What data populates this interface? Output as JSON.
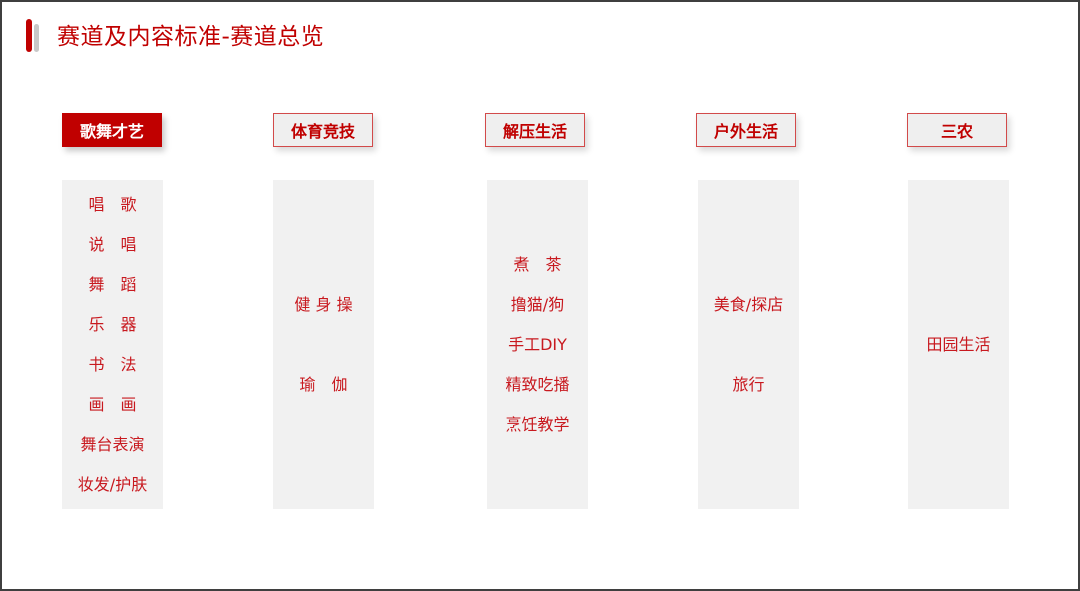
{
  "slide": {
    "title": "赛道及内容标准-赛道总览",
    "colors": {
      "accent": "#C00000",
      "accent_secondary": "#C8C8C8",
      "column_bg": "#F1F1F1",
      "item_text": "#C8191F",
      "frame_border": "#3F3F3F"
    }
  },
  "tabs": [
    {
      "label": "歌舞才艺",
      "active": true
    },
    {
      "label": "体育竞技",
      "active": false
    },
    {
      "label": "解压生活",
      "active": false
    },
    {
      "label": "户外生活",
      "active": false
    },
    {
      "label": "三农",
      "active": false
    }
  ],
  "columns": [
    {
      "items": [
        "唱　歌",
        "说　唱",
        "舞　蹈",
        "乐　器",
        "书　法",
        "画　画",
        "舞台表演",
        "妆发/护肤"
      ]
    },
    {
      "items": [
        "健 身 操",
        "瑜　伽"
      ]
    },
    {
      "items": [
        "煮　茶",
        "撸猫/狗",
        "手工DIY",
        "精致吃播",
        "烹饪教学"
      ]
    },
    {
      "items": [
        "美食/探店",
        "旅行"
      ]
    },
    {
      "items": [
        "田园生活"
      ]
    }
  ]
}
